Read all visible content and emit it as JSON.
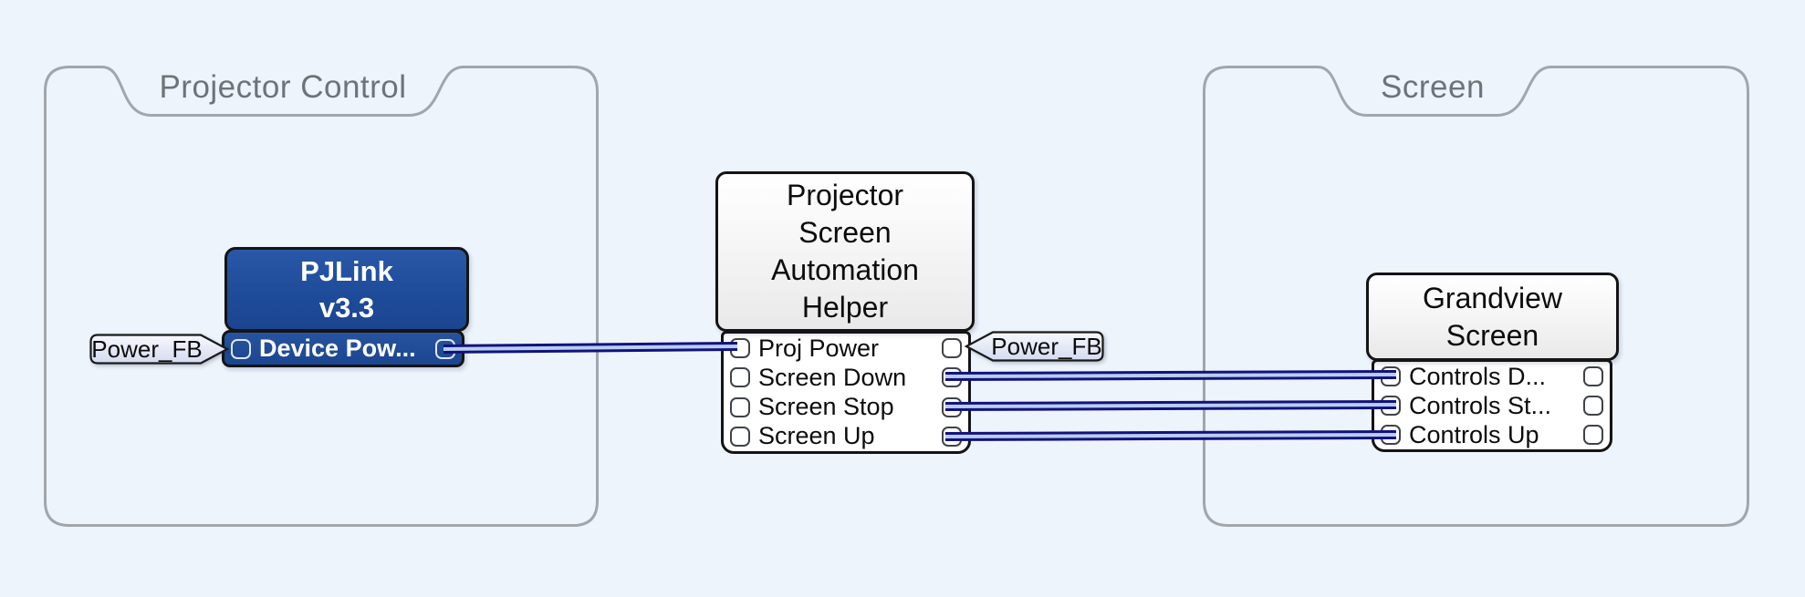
{
  "canvas": {
    "background": "#edf4fc",
    "group_border_color": "#a2a6ab",
    "group_title_color": "#6e7377",
    "wire_outer_color": "#12127c",
    "wire_core_color": "#b8cdf1",
    "node_border_color": "#141414",
    "blue_node_color": "#1e4c9a",
    "tag_fill_color": "#dce1f4"
  },
  "groups": [
    {
      "id": "projector-control",
      "title": "Projector Control"
    },
    {
      "id": "screen",
      "title": "Screen"
    }
  ],
  "nodes": {
    "pjlink": {
      "title_lines": [
        "PJLink",
        "v3.3"
      ],
      "ports": [
        {
          "label": "Device Pow...",
          "input_tag": "Power_FB"
        }
      ]
    },
    "helper": {
      "title_lines": [
        "Projector",
        "Screen",
        "Automation",
        "Helper"
      ],
      "ports": [
        {
          "label": "Proj Power",
          "output_tag": "Power_FB"
        },
        {
          "label": "Screen Down"
        },
        {
          "label": "Screen Stop"
        },
        {
          "label": "Screen Up"
        }
      ]
    },
    "grandview": {
      "title_lines": [
        "Grandview",
        "Screen"
      ],
      "ports": [
        {
          "label": "Controls D..."
        },
        {
          "label": "Controls St..."
        },
        {
          "label": "Controls Up"
        }
      ]
    }
  },
  "connections": [
    {
      "from": "PJLink v3.3 / Device Pow... (output)",
      "to": "Projector Screen Automation Helper / Proj Power (input)"
    },
    {
      "from": "Projector Screen Automation Helper / Screen Down (output)",
      "to": "Grandview Screen / Controls D... (input)"
    },
    {
      "from": "Projector Screen Automation Helper / Screen Stop (output)",
      "to": "Grandview Screen / Controls St... (input)"
    },
    {
      "from": "Projector Screen Automation Helper / Screen Up (output)",
      "to": "Grandview Screen / Controls Up (input)"
    }
  ]
}
